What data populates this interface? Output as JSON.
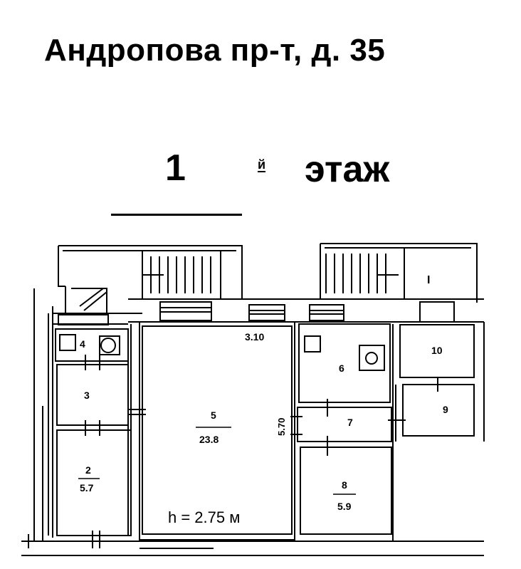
{
  "header": {
    "address": "Андропова пр-т, д. 35",
    "floor_number": "1",
    "floor_suffix": "й",
    "floor_word": "этаж"
  },
  "plan": {
    "ceiling_height": "h = 2.75 м",
    "dimension_top": "3.10",
    "dimension_side": "5.70",
    "corridor_mark": "I",
    "rooms": [
      {
        "id": "4",
        "number": "4",
        "area": ""
      },
      {
        "id": "3",
        "number": "3",
        "area": ""
      },
      {
        "id": "2",
        "number": "2",
        "area": "5.7"
      },
      {
        "id": "5",
        "number": "5",
        "area": "23.8"
      },
      {
        "id": "6",
        "number": "6",
        "area": ""
      },
      {
        "id": "7",
        "number": "7",
        "area": ""
      },
      {
        "id": "8",
        "number": "8",
        "area": "5.9"
      },
      {
        "id": "9",
        "number": "9",
        "area": ""
      },
      {
        "id": "10",
        "number": "10",
        "area": ""
      }
    ]
  }
}
